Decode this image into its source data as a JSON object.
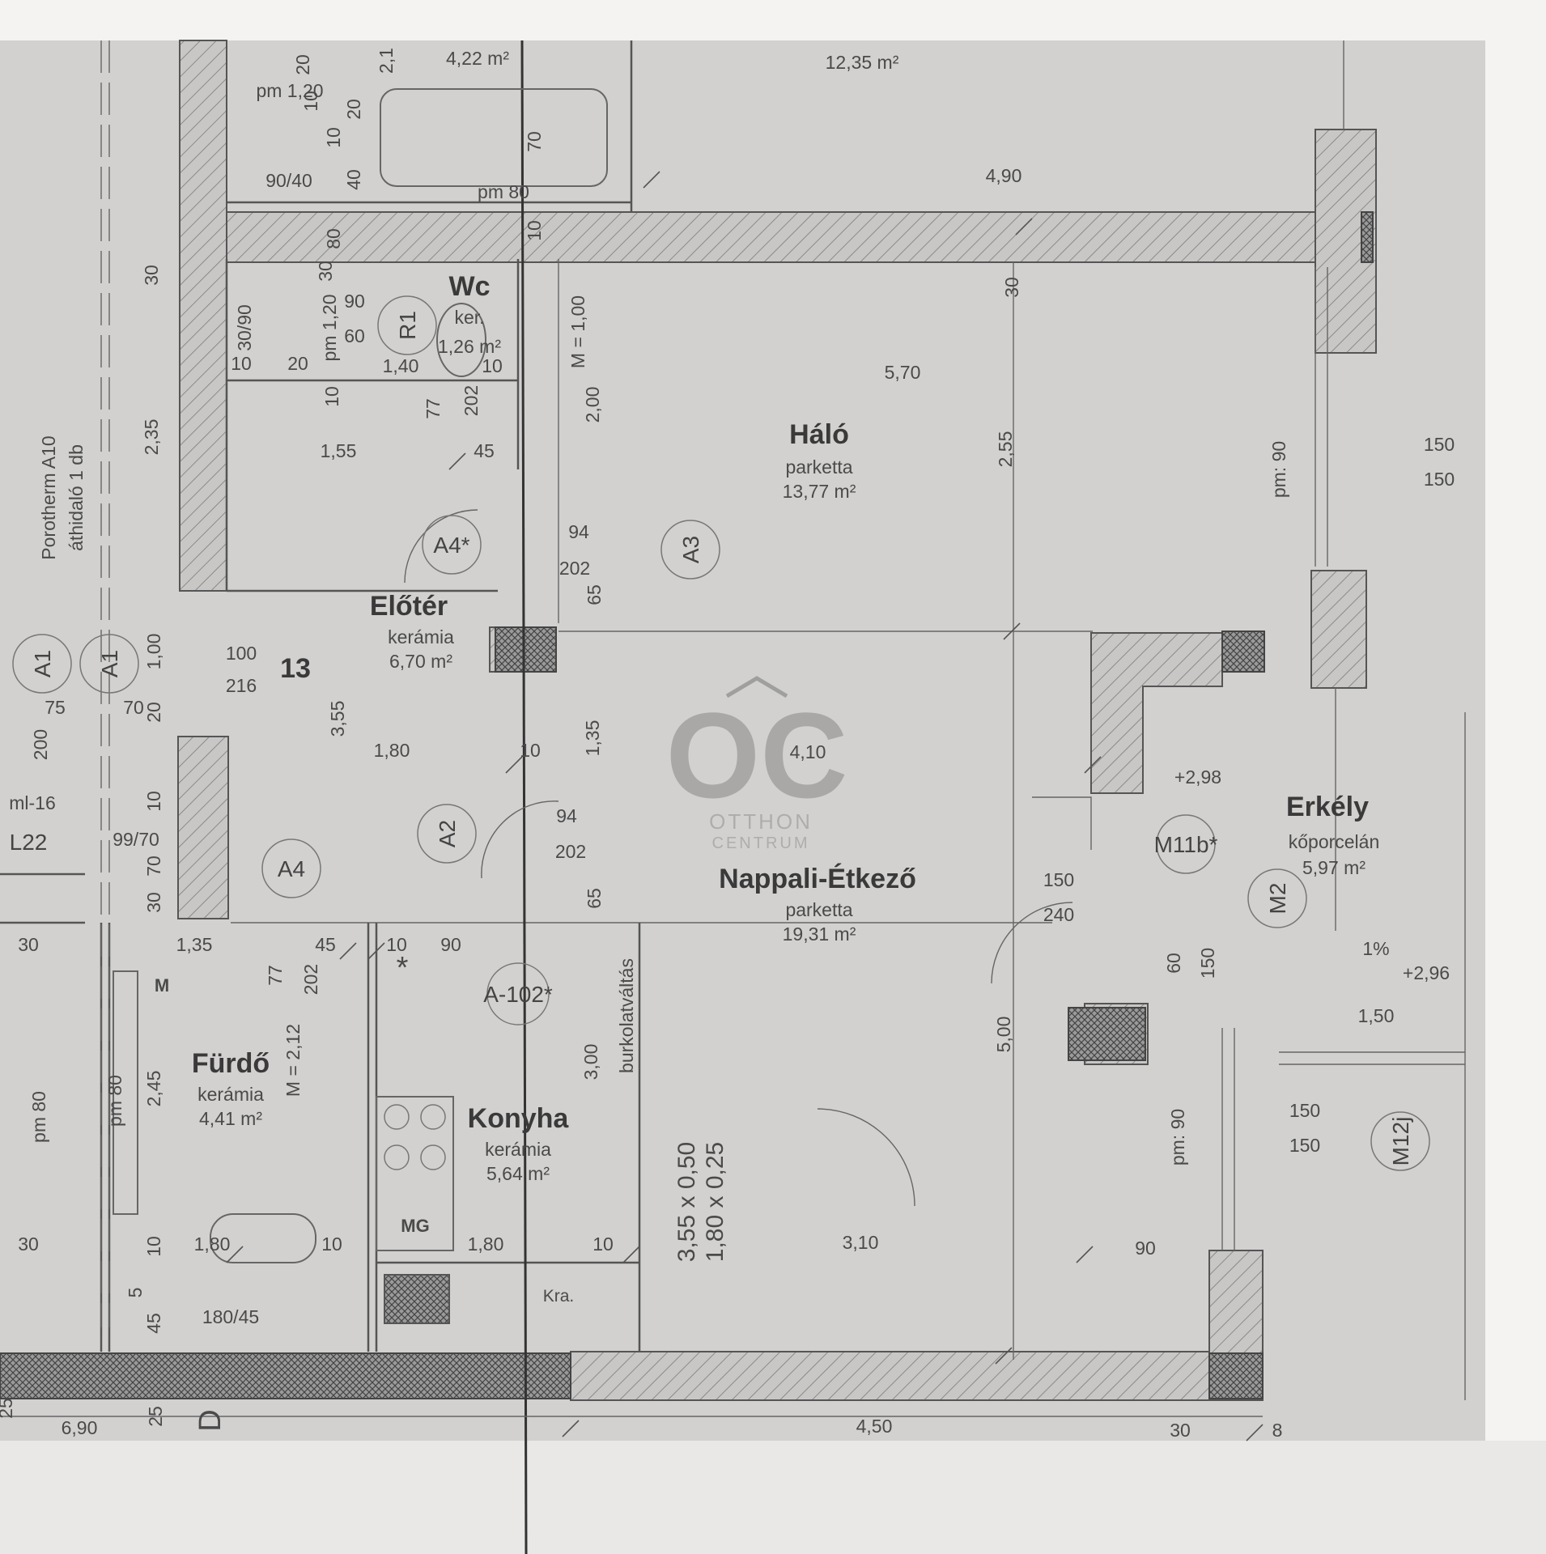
{
  "rooms": {
    "wc": {
      "name": "Wc",
      "material": "ker.",
      "area": "1,26 m²"
    },
    "halo": {
      "name": "Háló",
      "material": "parketta",
      "area": "13,77 m²"
    },
    "eloter": {
      "name": "Előtér",
      "material": "kerámia",
      "area": "6,70 m²"
    },
    "nappali": {
      "name": "Nappali-Étkező",
      "material": "parketta",
      "area": "19,31 m²"
    },
    "erkely": {
      "name": "Erkély",
      "material": "kőporcelán",
      "area": "5,97 m²"
    },
    "furdo": {
      "name": "Fürdő",
      "material": "kerámia",
      "area": "4,41 m²"
    },
    "konyha": {
      "name": "Konyha",
      "material": "kerámia",
      "area": "5,64 m²"
    },
    "top_room": {
      "area": "12,35 m²"
    },
    "top_small": {
      "area": "4,22 m²"
    }
  },
  "tags": {
    "a4star": "A4*",
    "a3": "A3",
    "a2": "A2",
    "a4": "A4",
    "a102": "A-102*",
    "a1a": "A1",
    "a1b": "A1",
    "r1": "R1",
    "m11b": "M11b*",
    "m2": "M2",
    "m12j": "M12j",
    "n13": "13",
    "l22": "L22",
    "m": "M",
    "mg": "MG",
    "kra": "Kra.",
    "d": "D",
    "star": "*"
  },
  "labels": {
    "porotherm1": "Porotherm A10",
    "porotherm2": "áthidaló 1 db",
    "burkolat": "burkolatváltás",
    "hand1": "3,55 x 0,50",
    "hand2": "1,80 x 0,25",
    "ml16": "ml-16",
    "pm90a": "pm: 90",
    "pm90b": "pm: 90",
    "pm80a": "pm 80",
    "pm80b": "pm 80",
    "pm120a": "pm 1,20",
    "pm120b": "pm 1,20",
    "pm80c": "pm 80",
    "m100": "M = 1,00",
    "m212": "M = 2,12"
  },
  "dims": {
    "d490": "4,90",
    "d570": "5,70",
    "d255": "2,55",
    "d30a": "30",
    "d235": "2,35",
    "d155": "1,55",
    "d45a": "45",
    "d94a": "94",
    "d202a": "202",
    "d65a": "65",
    "d100": "100",
    "d216": "216",
    "d355": "3,55",
    "d180a": "1,80",
    "d10a": "10",
    "d135a": "1,35",
    "d410": "4,10",
    "d94b": "94",
    "d202b": "202",
    "d65b": "65",
    "d298": "+2,98",
    "d150a": "150",
    "d240": "240",
    "d150b": "150",
    "d150c": "150",
    "d60": "60",
    "d150d": "150",
    "d1pct": "1%",
    "d296": "+2,96",
    "d150e": "1,50",
    "d150f": "150",
    "d150g": "150",
    "d500": "5,00",
    "d300": "3,00",
    "d310": "3,10",
    "d90a": "90",
    "d10b": "10",
    "d450": "4,50",
    "d30b": "30",
    "d8": "8",
    "d690": "6,90",
    "d25": "25",
    "d180b": "1,80",
    "d10c": "10",
    "d180c": "1,80",
    "d30c": "30",
    "d10d": "10",
    "d5": "5",
    "d45b": "45",
    "d18045": "180/45",
    "d135b": "1,35",
    "d45c": "45",
    "d10e": "10",
    "d90b": "90",
    "d77a": "77",
    "d202c": "202",
    "d245": "2,45",
    "d30d": "30",
    "d9070": "99/70",
    "d10f": "10",
    "d70a": "70",
    "d30e": "30",
    "d75": "75",
    "d70b": "70",
    "d200": "200",
    "d100b": "1,00",
    "d20a": "20",
    "d3090": "30/90",
    "d10g": "10",
    "d20b": "20",
    "d140": "1,40",
    "d10h": "10",
    "d10i": "10",
    "d77b": "77",
    "d202d": "202",
    "d200b": "2,00",
    "d90c": "90",
    "d60b": "60",
    "d9040": "90/40",
    "d40": "40",
    "d10j": "10",
    "d20c": "20",
    "d70c": "70",
    "d10k": "10",
    "d30f": "30",
    "d80": "80",
    "d30g": "30",
    "d10l": "10",
    "d21": "2,1",
    "d20d": "20",
    "d25b": "25"
  }
}
